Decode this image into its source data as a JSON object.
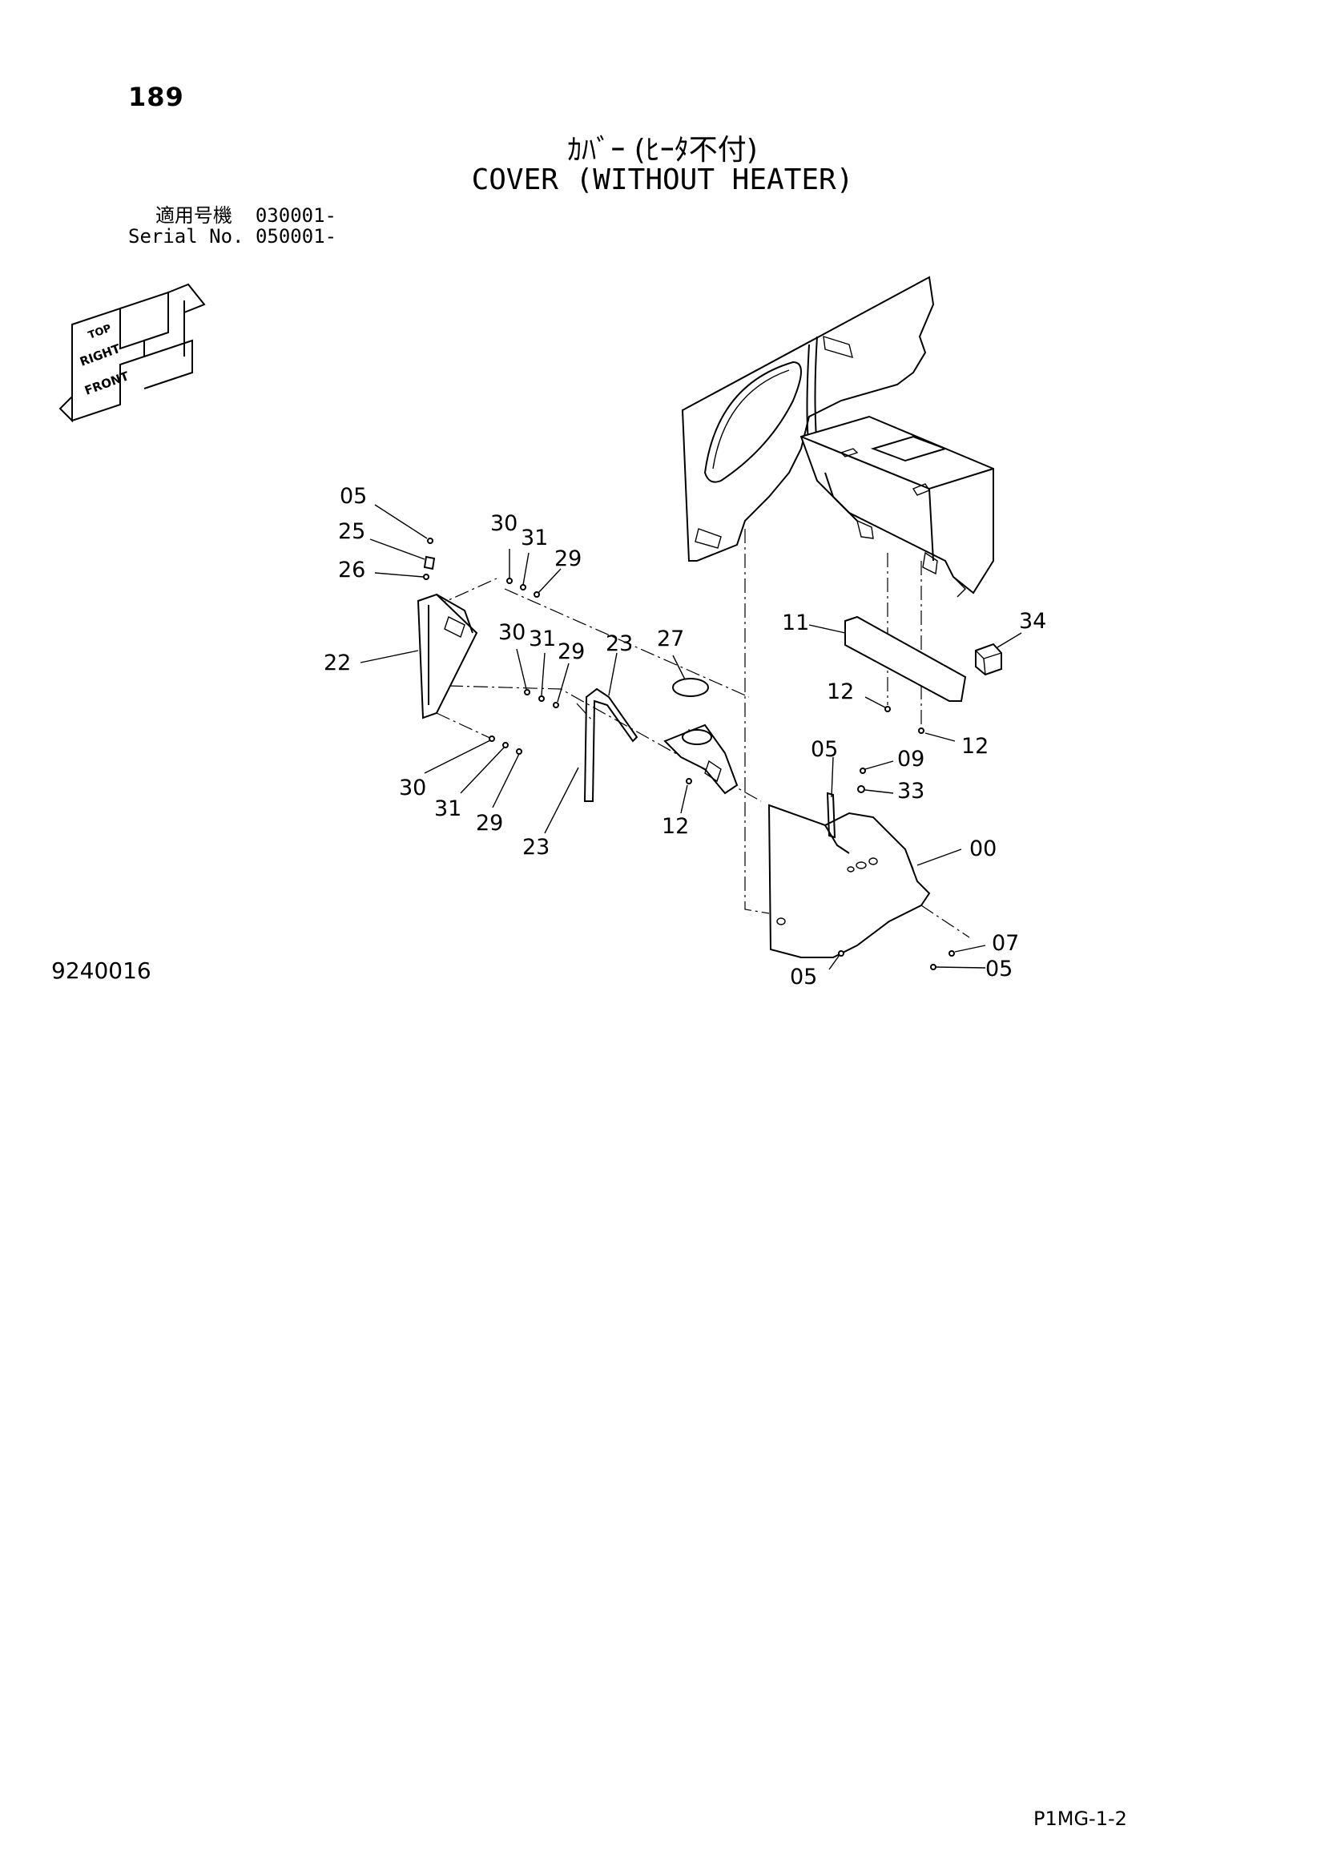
{
  "page": {
    "number": "189",
    "title_jp": "ｶﾊﾞｰ (ﾋｰﾀ不付)",
    "title_en": "COVER (WITHOUT HEATER)",
    "serial": [
      {
        "label": "適用号機",
        "value": "030001-"
      },
      {
        "label": "Serial No.",
        "value": "050001-"
      }
    ],
    "figure_id": "9240016",
    "page_code": "P1MG-1-2"
  },
  "orientation_icon": {
    "icon": "orientation-arrows-icon",
    "labels": [
      "TOP",
      "RIGHT",
      "FRONT"
    ]
  },
  "callouts": [
    "05",
    "25",
    "26",
    "30",
    "31",
    "29",
    "22",
    "30",
    "31",
    "29",
    "23",
    "27",
    "30",
    "31",
    "29",
    "23",
    "12",
    "11",
    "34",
    "12",
    "12",
    "05",
    "09",
    "33",
    "00",
    "07",
    "05",
    "05"
  ]
}
